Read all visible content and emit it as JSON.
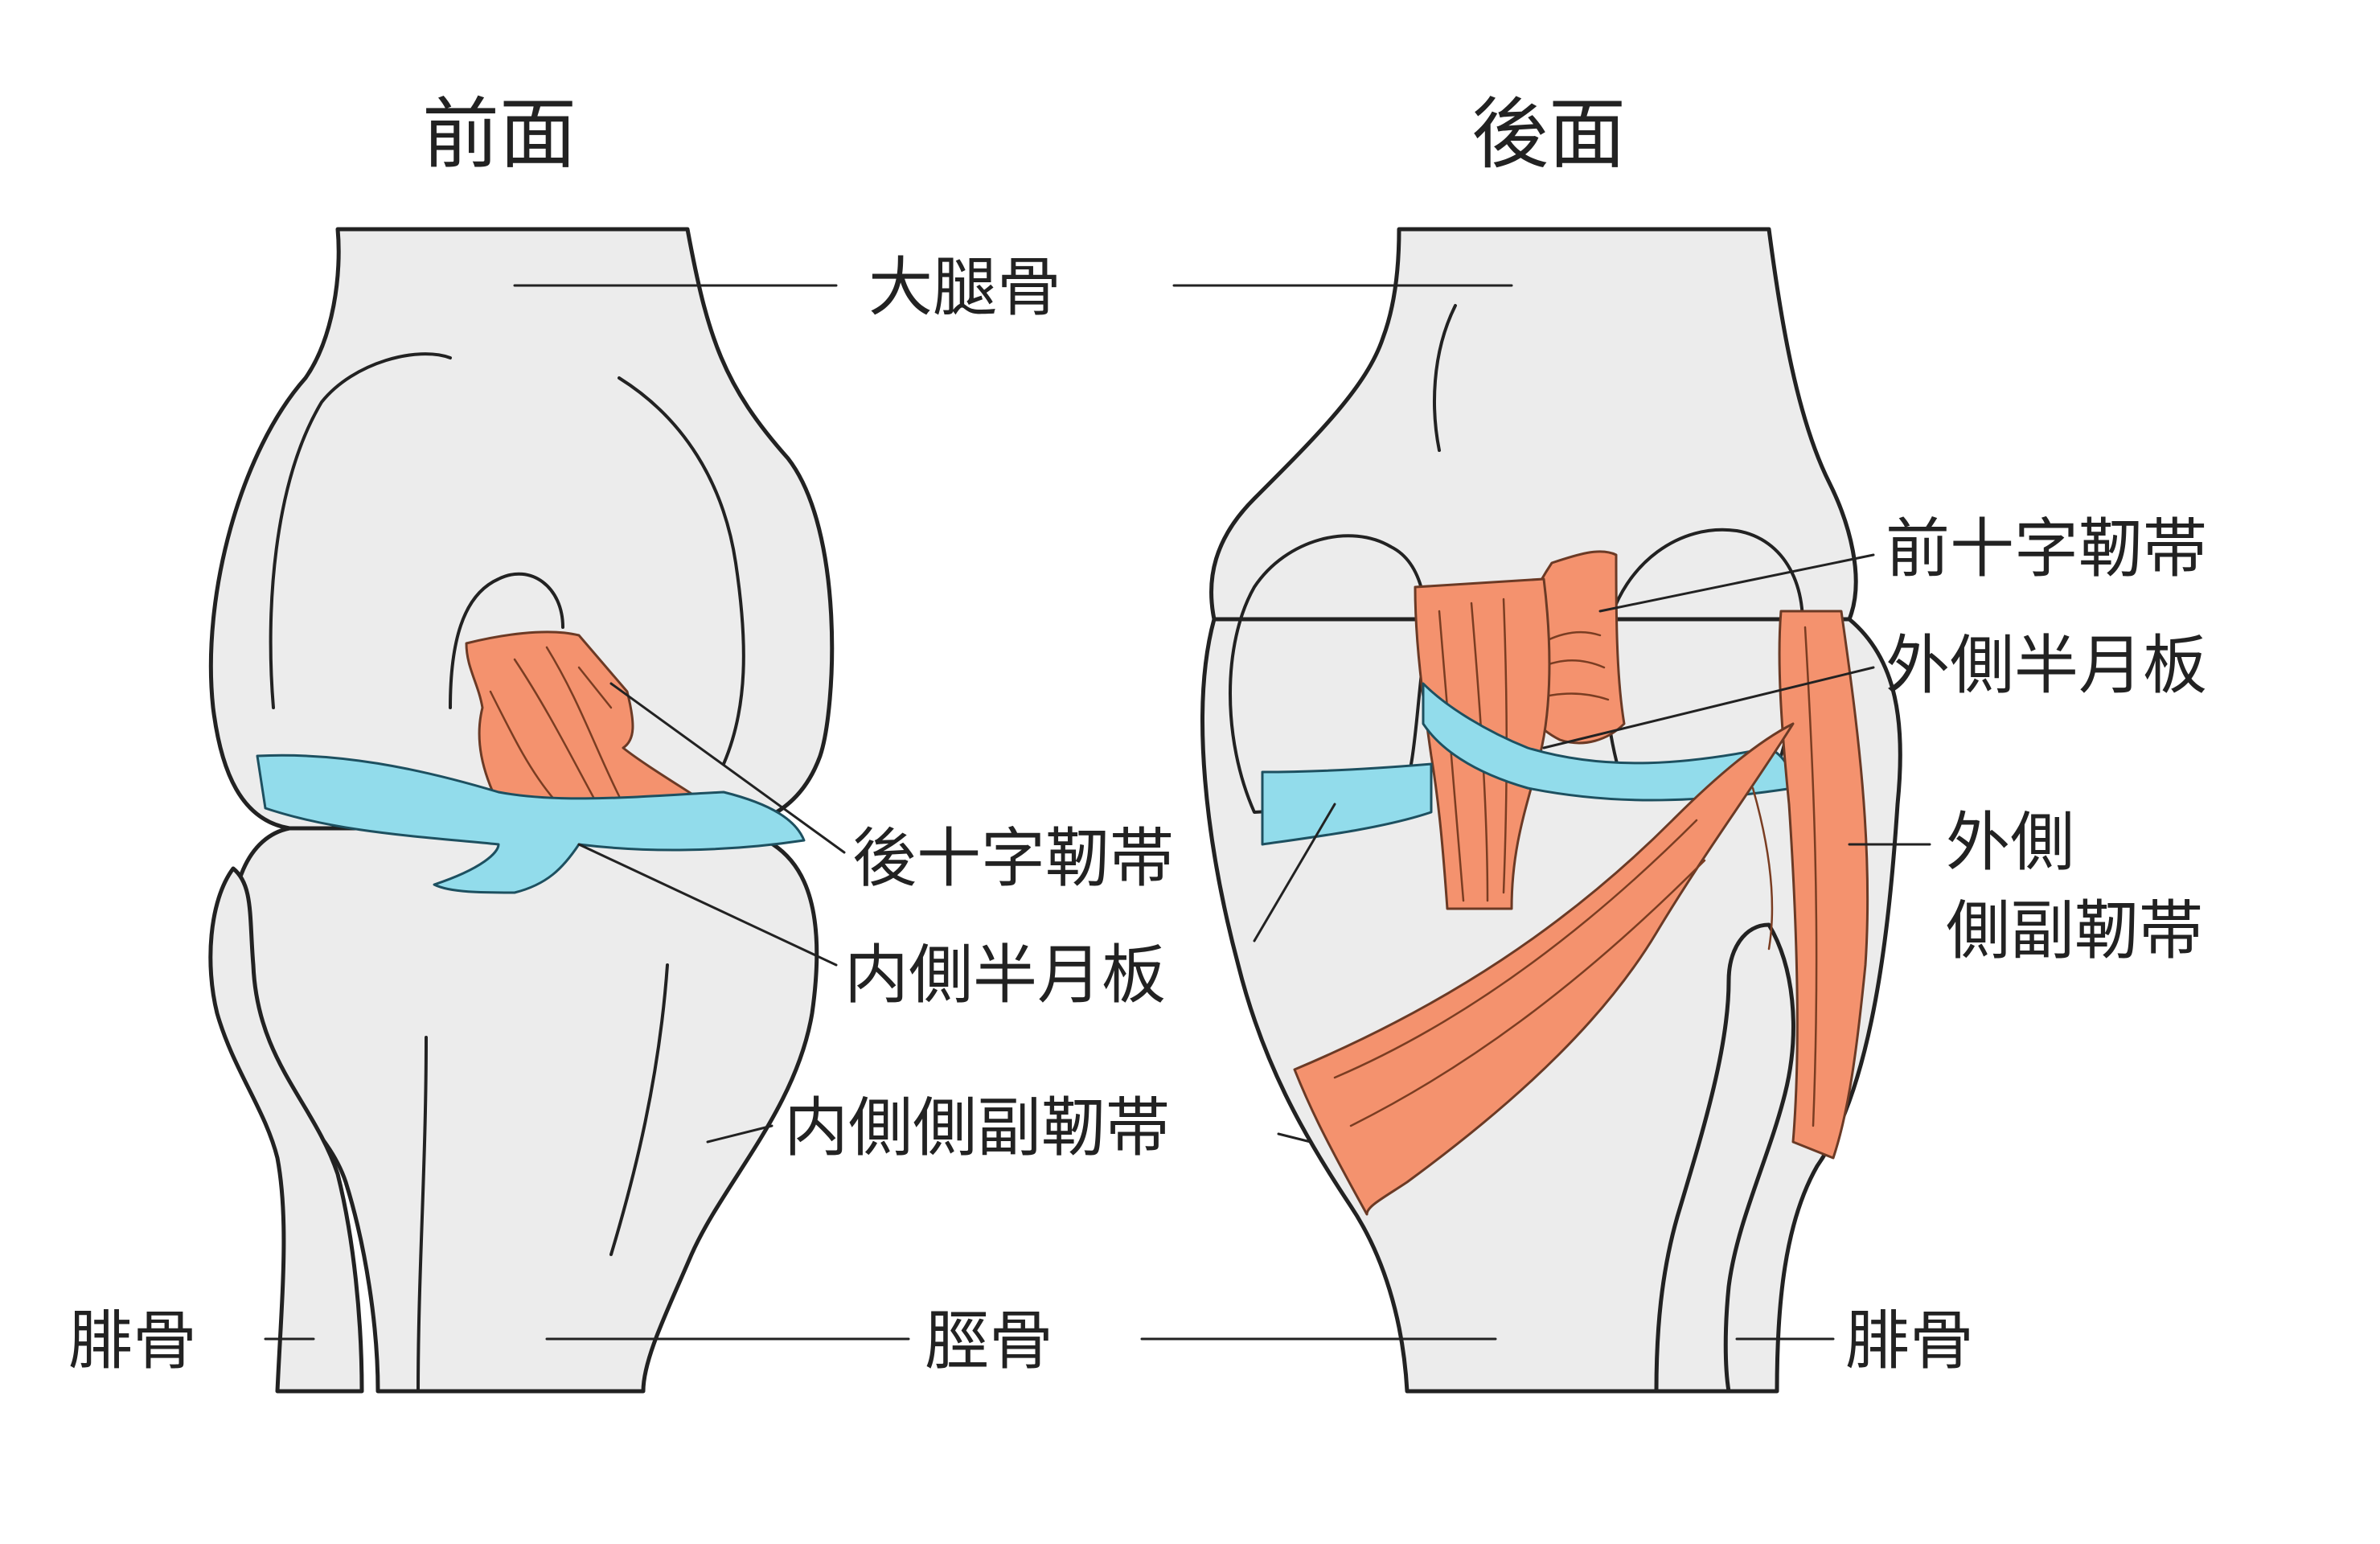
{
  "titles": {
    "front": "前面",
    "back": "後面"
  },
  "labels": {
    "femur": "大腿骨",
    "tibia": "脛骨",
    "fibula_front": "腓骨",
    "fibula_back": "腓骨",
    "posterior_cruciate_ligament": "後十字靭帯",
    "medial_meniscus": "内側半月板",
    "medial_collateral_ligament": "内側側副靭帯",
    "anterior_cruciate_ligament": "前十字靭帯",
    "lateral_meniscus": "外側半月板",
    "lateral_collateral_ligament_line1": "外側",
    "lateral_collateral_ligament_line2": "側副靭帯"
  },
  "colors": {
    "bone": "#ececec",
    "ligament": "#f4926e",
    "meniscus": "#92dceb",
    "ink": "#222222"
  }
}
